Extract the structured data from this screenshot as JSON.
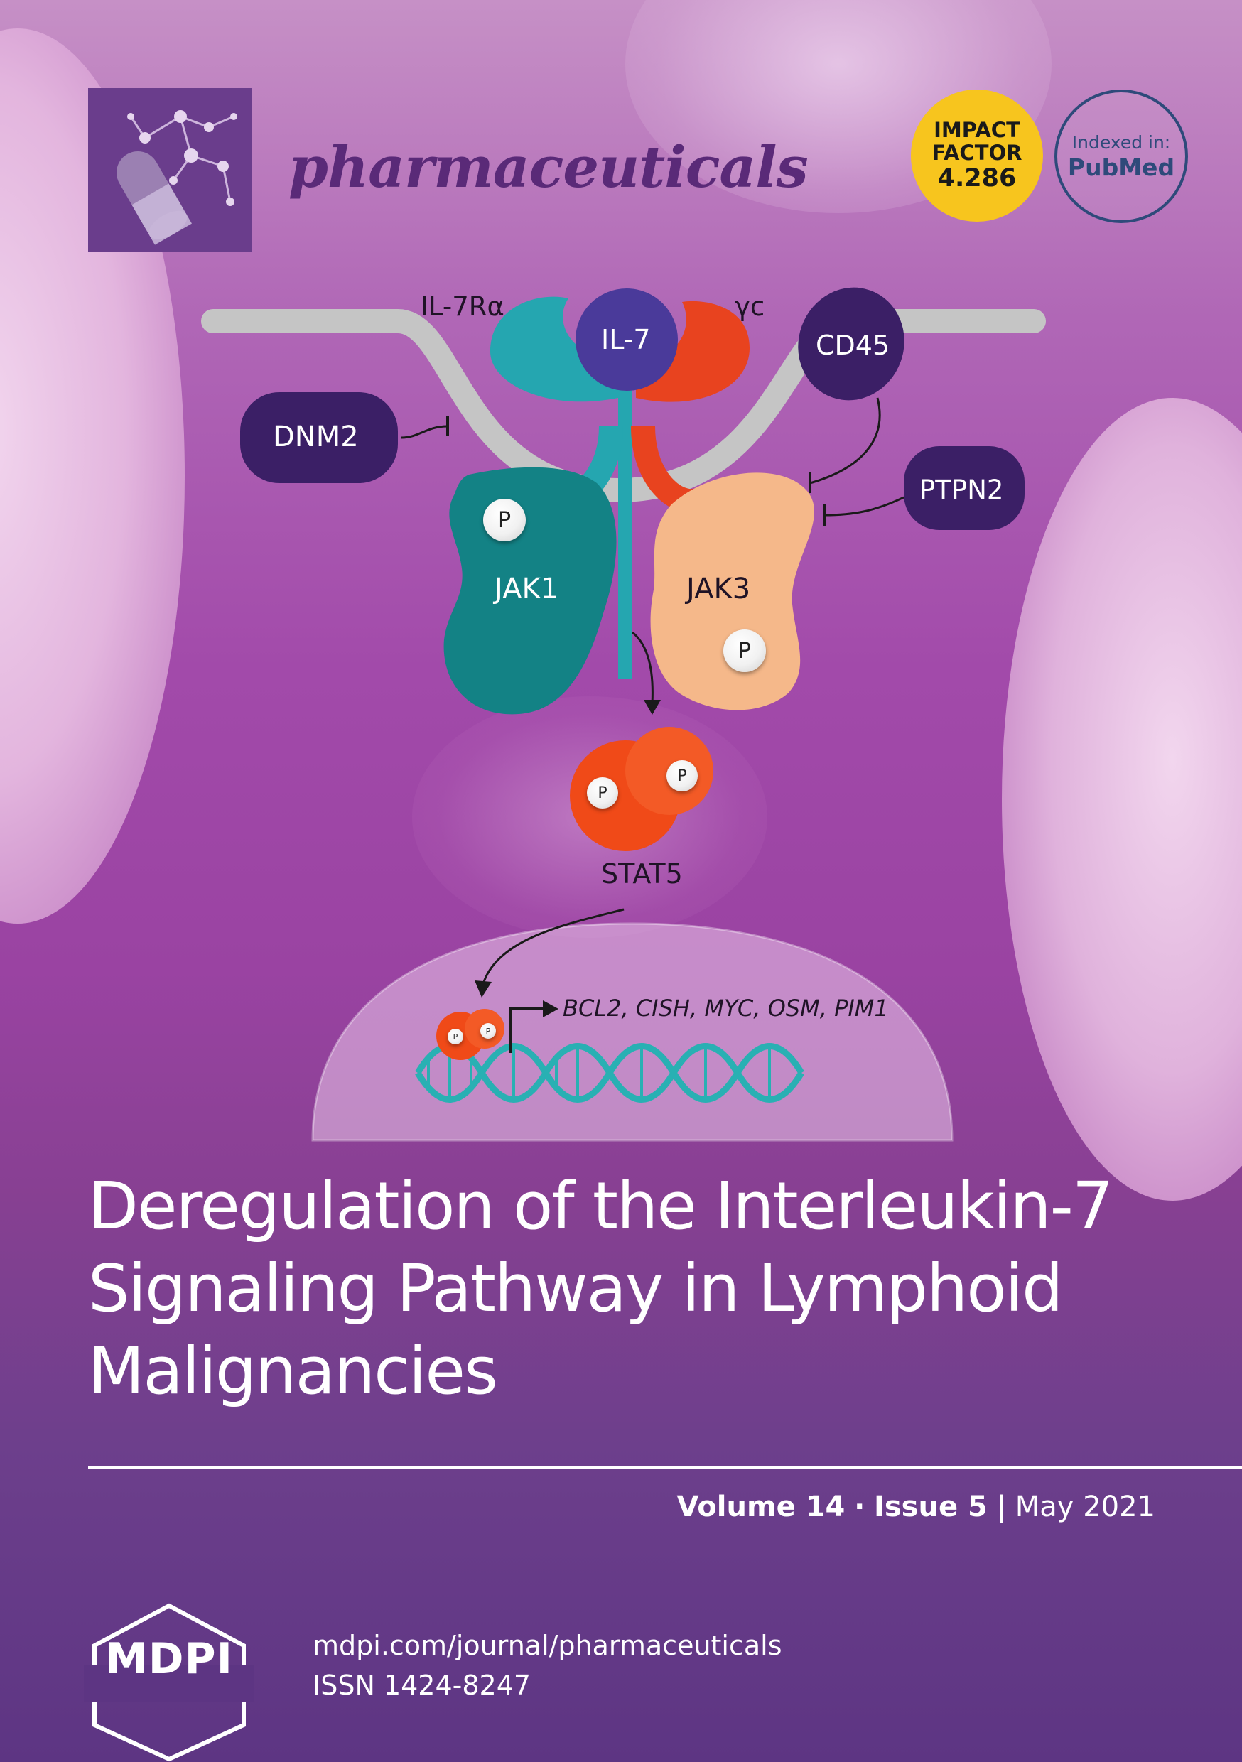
{
  "journal": {
    "name": "pharmaceuticals",
    "logo_icon": "molecule-capsule-icon"
  },
  "impact_badge": {
    "line1": "IMPACT",
    "line2": "FACTOR",
    "value": "4.286",
    "color": "#f7c51e"
  },
  "indexed_badge": {
    "line1": "Indexed in:",
    "line2": "PubMed",
    "color": "#2e4a7a"
  },
  "diagram": {
    "il7ra": "IL-7Rα",
    "il7": "IL-7",
    "gc": "γc",
    "cd45": "CD45",
    "dnm2": "DNM2",
    "ptpn2": "PTPN2",
    "jak1": "JAK1",
    "jak3": "JAK3",
    "stat5": "STAT5",
    "phospho": "P",
    "genes": "BCL2, CISH, MYC, OSM, PIM1"
  },
  "article_title": {
    "line1": "Deregulation of the Interleukin-7",
    "line2": "Signaling Pathway in Lymphoid",
    "line3": "Malignancies"
  },
  "issue": {
    "volume": "Volume 14",
    "sep": "·",
    "issue": "Issue 5",
    "date": "May 2021"
  },
  "publisher": {
    "name": "MDPI",
    "url": "mdpi.com/journal/pharmaceuticals",
    "issn": "ISSN 1424-8247"
  },
  "colors": {
    "teal": "#25a6b0",
    "orange_red": "#e8431f",
    "indigo": "#3b1f66",
    "jak1": "#138285",
    "jak3": "#f5b88a",
    "stat5": "#f04a18"
  }
}
